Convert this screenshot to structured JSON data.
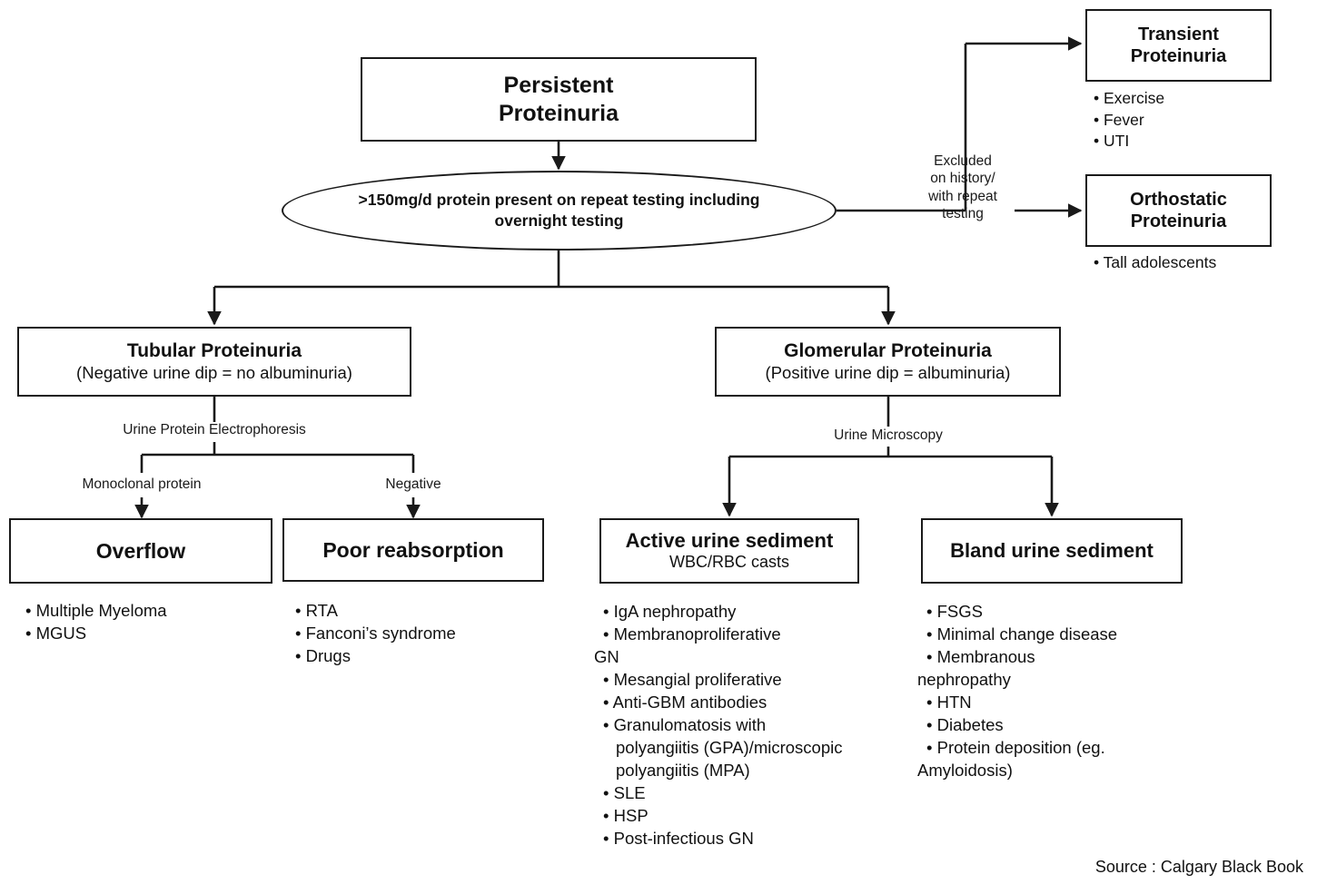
{
  "diagram": {
    "title_node": {
      "line1": "Persistent",
      "line2": "Proteinuria"
    },
    "criteria_ellipse": {
      "line1": ">150mg/d protein present on repeat testing including",
      "line2": "overnight testing"
    },
    "exclusion_label": "Excluded\non history/\nwith repeat\ntesting",
    "transient": {
      "title_line1": "Transient",
      "title_line2": "Proteinuria",
      "items": [
        "Exercise",
        "Fever",
        "UTI"
      ]
    },
    "orthostatic": {
      "title_line1": "Orthostatic",
      "title_line2": "Proteinuria",
      "items": [
        "Tall adolescents"
      ]
    },
    "tubular": {
      "title": "Tubular Proteinuria",
      "subtitle": "(Negative urine dip = no albuminuria)",
      "test_label": "Urine Protein Electrophoresis",
      "branch_left_label": "Monoclonal protein",
      "branch_right_label": "Negative"
    },
    "glomerular": {
      "title": "Glomerular Proteinuria",
      "subtitle": "(Positive urine dip = albuminuria)",
      "test_label": "Urine Microscopy"
    },
    "overflow": {
      "title": "Overflow",
      "items": [
        "Multiple Myeloma",
        "MGUS"
      ]
    },
    "poor_reabsorption": {
      "title": "Poor reabsorption",
      "items": [
        "RTA",
        "Fanconi’s syndrome",
        "Drugs"
      ]
    },
    "active_sediment": {
      "title": "Active urine sediment",
      "subtitle": "WBC/RBC casts",
      "items": [
        {
          "text": "IgA nephropathy",
          "cont": ""
        },
        {
          "text": "Membranoproliferative",
          "cont": "GN"
        },
        {
          "text": "Mesangial proliferative",
          "cont": ""
        },
        {
          "text": "Anti-GBM antibodies",
          "cont": ""
        },
        {
          "text": "Granulomatosis with",
          "cont": "polyangiitis (GPA)/microscopic polyangiitis (MPA)"
        },
        {
          "text": "SLE",
          "cont": ""
        },
        {
          "text": "HSP",
          "cont": ""
        },
        {
          "text": "Post-infectious GN",
          "cont": ""
        }
      ]
    },
    "bland_sediment": {
      "title": "Bland urine sediment",
      "items": [
        {
          "text": "FSGS",
          "cont": ""
        },
        {
          "text": "Minimal change disease",
          "cont": ""
        },
        {
          "text": "Membranous",
          "cont": "nephropathy"
        },
        {
          "text": "HTN",
          "cont": ""
        },
        {
          "text": "Diabetes",
          "cont": ""
        },
        {
          "text": "Protein deposition (eg.",
          "cont": "Amyloidosis)"
        }
      ]
    },
    "source": "Source : Calgary Black Book",
    "colors": {
      "stroke": "#1a1a1a",
      "text": "#111111",
      "background": "#ffffff"
    }
  }
}
